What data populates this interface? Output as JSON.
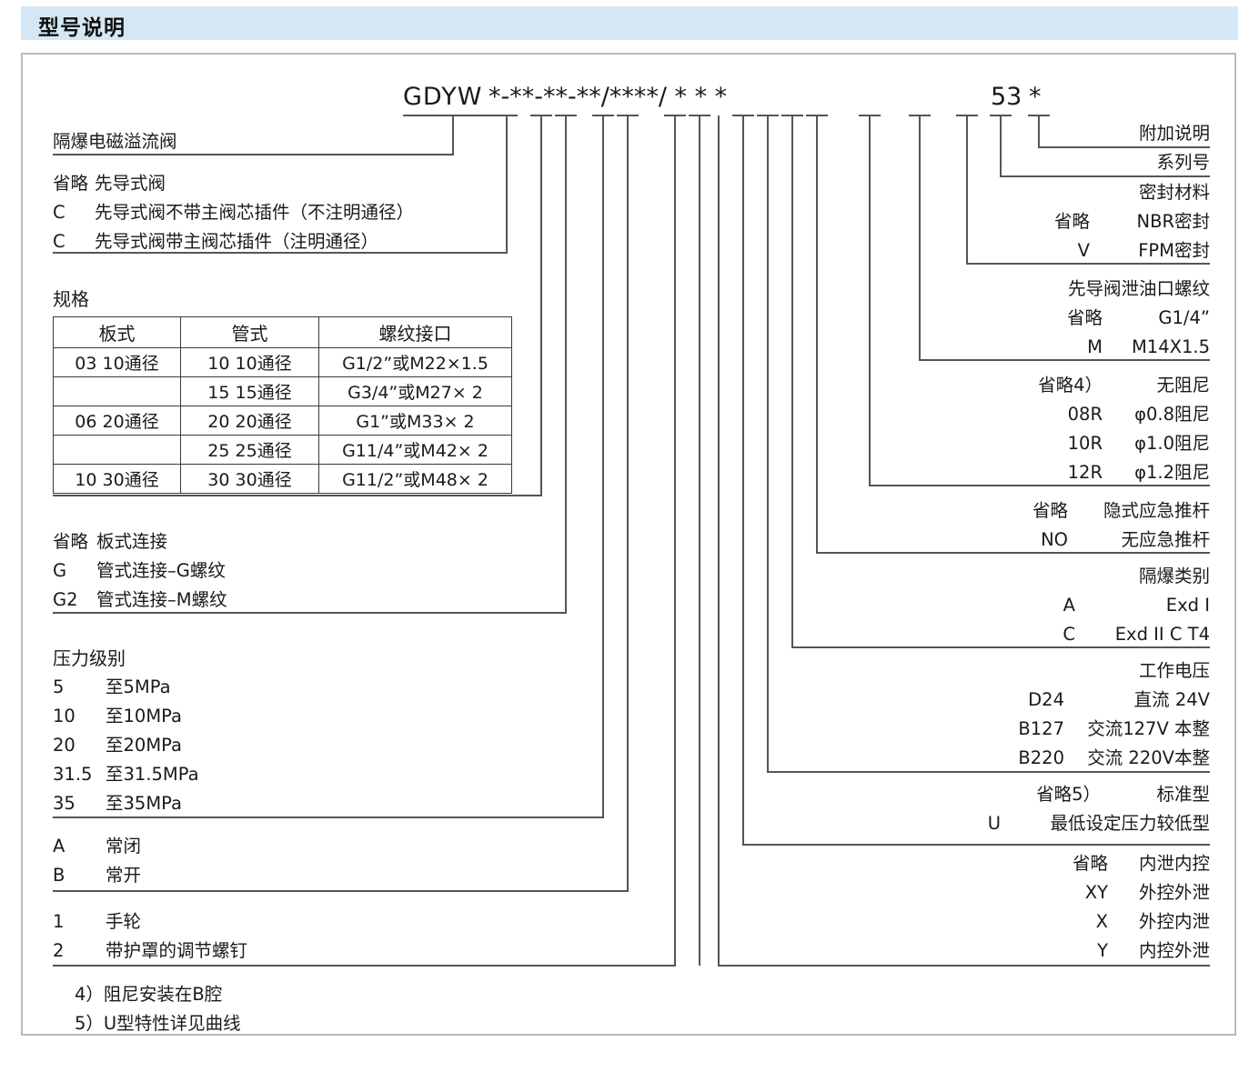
{
  "header": {
    "title": "型号说明"
  },
  "model_code": {
    "prefix": "GDYW",
    "pattern": "*-**-**-**/****/ *   *   *",
    "series_number": "53",
    "suffix": "*"
  },
  "left_blocks": [
    {
      "name": "product-name",
      "lines": [
        {
          "code": "",
          "desc": "隔爆电磁溢流阀"
        }
      ]
    },
    {
      "name": "pilot-type",
      "lines": [
        {
          "code": "省略",
          "desc": "先导式阀"
        },
        {
          "code": "C",
          "desc": "先导式阀不带主阀芯插件（不注明通径）"
        },
        {
          "code": "C",
          "desc": "先导式阀带主阀芯插件（注明通径）"
        }
      ]
    },
    {
      "name": "specification",
      "title": "规格",
      "table": {
        "headers": [
          "板式",
          "管式",
          "螺纹接口"
        ],
        "rows": [
          [
            "03  10通径",
            "10  10通径",
            "G1/2”或M22×1.5"
          ],
          [
            "",
            "15  15通径",
            "G3/4”或M27× 2"
          ],
          [
            "06  20通径",
            "20  20通径",
            "G1”或M33× 2"
          ],
          [
            "",
            "25  25通径",
            "G11/4”或M42× 2"
          ],
          [
            "10  30通径",
            "30  30通径",
            "G11/2”或M48× 2"
          ]
        ]
      }
    },
    {
      "name": "connection-type",
      "lines": [
        {
          "code": "省略",
          "desc": "板式连接"
        },
        {
          "code": "G",
          "desc": "管式连接–G螺纹"
        },
        {
          "code": "G2",
          "desc": "管式连接–M螺纹"
        }
      ]
    },
    {
      "name": "pressure-rating",
      "title": "压力级别",
      "lines": [
        {
          "code": "5",
          "desc": "至5MPa"
        },
        {
          "code": "10",
          "desc": "至10MPa"
        },
        {
          "code": "20",
          "desc": "至20MPa"
        },
        {
          "code": "31.5",
          "desc": "至31.5MPa"
        },
        {
          "code": "35",
          "desc": "至35MPa"
        }
      ]
    },
    {
      "name": "normal-state",
      "lines": [
        {
          "code": "A",
          "desc": "常闭"
        },
        {
          "code": "B",
          "desc": "常开"
        }
      ]
    },
    {
      "name": "adjustment-type",
      "lines": [
        {
          "code": "1",
          "desc": "手轮"
        },
        {
          "code": "2",
          "desc": "带护罩的调节螺钉"
        }
      ]
    }
  ],
  "footnotes": [
    "4）阻尼安装在B腔",
    "5）U型特性详见曲线"
  ],
  "right_blocks": [
    {
      "name": "additional-note",
      "lines": [
        {
          "code": "",
          "desc": "附加说明"
        }
      ]
    },
    {
      "name": "series-number",
      "lines": [
        {
          "code": "",
          "desc": "系列号"
        }
      ]
    },
    {
      "name": "seal-material",
      "lines": [
        {
          "code": "",
          "desc": "密封材料"
        },
        {
          "code": "省略",
          "desc": "NBR密封"
        },
        {
          "code": "V",
          "desc": "FPM密封"
        }
      ]
    },
    {
      "name": "pilot-drain-thread",
      "lines": [
        {
          "code": "",
          "desc": "先导阀泄油口螺纹"
        },
        {
          "code": "省略",
          "desc": "G1/4”"
        },
        {
          "code": "M",
          "desc": "M14X1.5"
        }
      ]
    },
    {
      "name": "damping",
      "lines": [
        {
          "code": "省略4）",
          "desc": "无阻尼"
        },
        {
          "code": "08R",
          "desc": "φ0.8阻尼"
        },
        {
          "code": "10R",
          "desc": "φ1.0阻尼"
        },
        {
          "code": "12R",
          "desc": "φ1.2阻尼"
        }
      ]
    },
    {
      "name": "emergency-push-rod",
      "lines": [
        {
          "code": "省略",
          "desc": "隐式应急推杆"
        },
        {
          "code": "NO",
          "desc": "无应急推杆"
        }
      ]
    },
    {
      "name": "explosion-proof-class",
      "lines": [
        {
          "code": "",
          "desc": "隔爆类别"
        },
        {
          "code": "A",
          "desc": "Exd I"
        },
        {
          "code": "C",
          "desc": "Exd II C  T4"
        }
      ]
    },
    {
      "name": "working-voltage",
      "lines": [
        {
          "code": "",
          "desc": "工作电压"
        },
        {
          "code": "D24",
          "desc": "直流 24V"
        },
        {
          "code": "B127",
          "desc": "交流127V 本整"
        },
        {
          "code": "B220",
          "desc": "交流 220V本整"
        }
      ]
    },
    {
      "name": "pressure-setting-type",
      "lines": [
        {
          "code": "省略5）",
          "desc": "标准型"
        },
        {
          "code": "U",
          "desc": "最低设定压力较低型"
        }
      ]
    },
    {
      "name": "control-drain-mode",
      "lines": [
        {
          "code": "省略",
          "desc": "内泄内控"
        },
        {
          "code": "XY",
          "desc": "外控外泄"
        },
        {
          "code": "X",
          "desc": "外控内泄"
        },
        {
          "code": "Y",
          "desc": "内控外泄"
        }
      ]
    }
  ]
}
